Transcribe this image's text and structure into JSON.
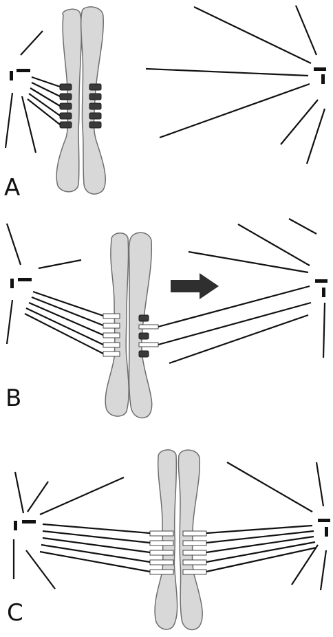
{
  "panels": [
    {
      "label": "A",
      "stage": "unattached-sister",
      "pole_left_attached": true,
      "pole_right_attached": false
    },
    {
      "label": "B",
      "stage": "merotelic-pulling",
      "arrow": "right"
    },
    {
      "label": "C",
      "stage": "bi-oriented"
    }
  ],
  "colors": {
    "chromosome_fill": "#d8d8d8",
    "chromosome_outline": "#6e6e6e",
    "microtubule": "#111111",
    "kinetochore_dark": "#3a3a3a",
    "arrow": "#2f2f2f"
  }
}
